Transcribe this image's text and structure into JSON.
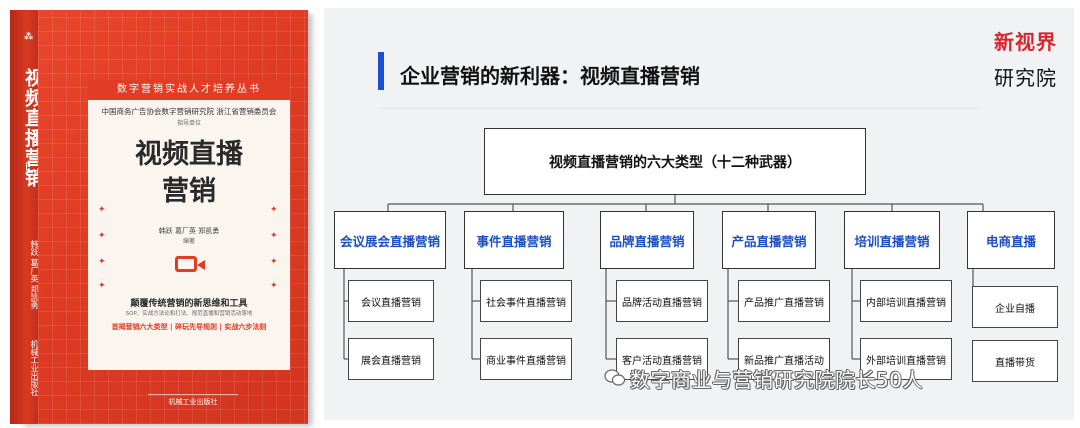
{
  "book": {
    "spine_title": "视频直播营销",
    "spine_authors": "韩跃 葛厂英 郑凯勇",
    "spine_publisher": "机械工业出版社",
    "series": "数字营销实战人才培养丛书",
    "org_line": "中国商务广告协会数字营销研究院  浙江省营销委员会",
    "org_sub": "指导单位",
    "title_line1": "视频直播",
    "title_line2": "营销",
    "authors": "韩跃  葛厂英  郑凯勇",
    "authors_role": "编著",
    "tagline": "颠覆传统营销的新思维和工具",
    "tagline_sub": "SOP、实战方法论和打法、规范直播和营销活动落地",
    "features": "首揭营销六大类型 | 碎玩先导规则 | 实战六步法则",
    "publisher": "机械工业出版社"
  },
  "slide": {
    "title": "企业营销的新利器：视频直播营销",
    "brand_line1": "新视界",
    "brand_line2": "研究院",
    "root": "视频直播营销的六大类型（十二种武器）",
    "categories": [
      {
        "label": "会议展会直播营销",
        "subs": [
          "会议直播营销",
          "展会直播营销"
        ]
      },
      {
        "label": "事件直播营销",
        "subs": [
          "社会事件直播营销",
          "商业事件直播营销"
        ]
      },
      {
        "label": "品牌直播营销",
        "subs": [
          "品牌活动直播营销",
          "客户活动直播营销"
        ]
      },
      {
        "label": "产品直播营销",
        "subs": [
          "产品推广直播营销",
          "新品推广直播活动"
        ]
      },
      {
        "label": "培训直播营销",
        "subs": [
          "内部培训直播营销",
          "外部培训直播营销"
        ]
      },
      {
        "label": "电商直播",
        "subs": [
          "企业自播",
          "直播带货"
        ]
      }
    ],
    "watermark": "数字商业与营销研究院院长50人"
  },
  "colors": {
    "book_red": "#e23c24",
    "title_bar_blue": "#1f4fd1",
    "category_text_blue": "#1e4fc2",
    "brand_red": "#d8262d"
  }
}
